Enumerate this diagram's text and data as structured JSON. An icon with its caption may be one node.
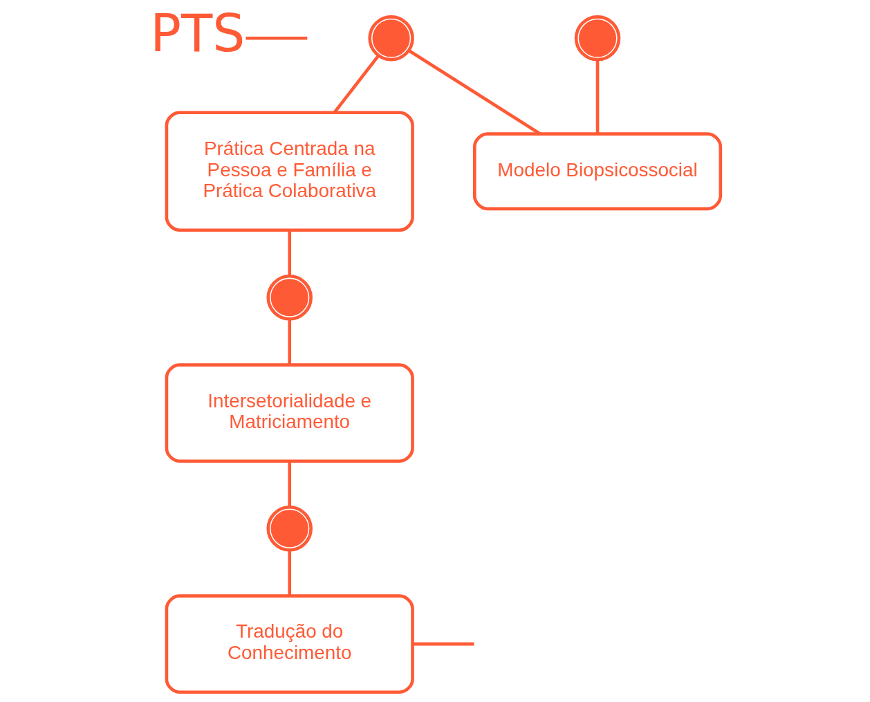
{
  "diagram": {
    "nodes": [
      {
        "text": [
          "PTS"
        ]
      },
      {
        "text": [],
        "shape": "circle"
      },
      {
        "text": [],
        "shape": "circle"
      },
      {
        "text": [
          "Prática Centrada na Pessoa e Família e Prática Colaborativa"
        ]
      },
      {
        "text": [
          "Modelo Biopsicossocial"
        ]
      },
      {
        "text": [],
        "shape": "circle"
      },
      {
        "text": [
          "Intersetorialidade e Matriciamento"
        ]
      },
      {
        "text": [
          "Tradução do Conhecimento"
        ]
      },
      {
        "text": [],
        "shape": "circle"
      }
    ],
    "edges": [
      {
        "from": 0,
        "to": null,
        "arrow": "none"
      },
      {
        "from": 1,
        "to": 3,
        "arrow": "none"
      },
      {
        "from": 1,
        "to": 4,
        "arrow": "none"
      },
      {
        "from": 2,
        "to": 4,
        "arrow": "none"
      },
      {
        "from": 3,
        "to": 5,
        "arrow": "none"
      },
      {
        "from": 5,
        "to": 6,
        "arrow": "none"
      },
      {
        "from": 6,
        "to": 8,
        "arrow": "none"
      },
      {
        "from": 8,
        "to": 7,
        "arrow": "none"
      },
      {
        "from": 7,
        "to": null,
        "arrow": "none"
      }
    ]
  }
}
